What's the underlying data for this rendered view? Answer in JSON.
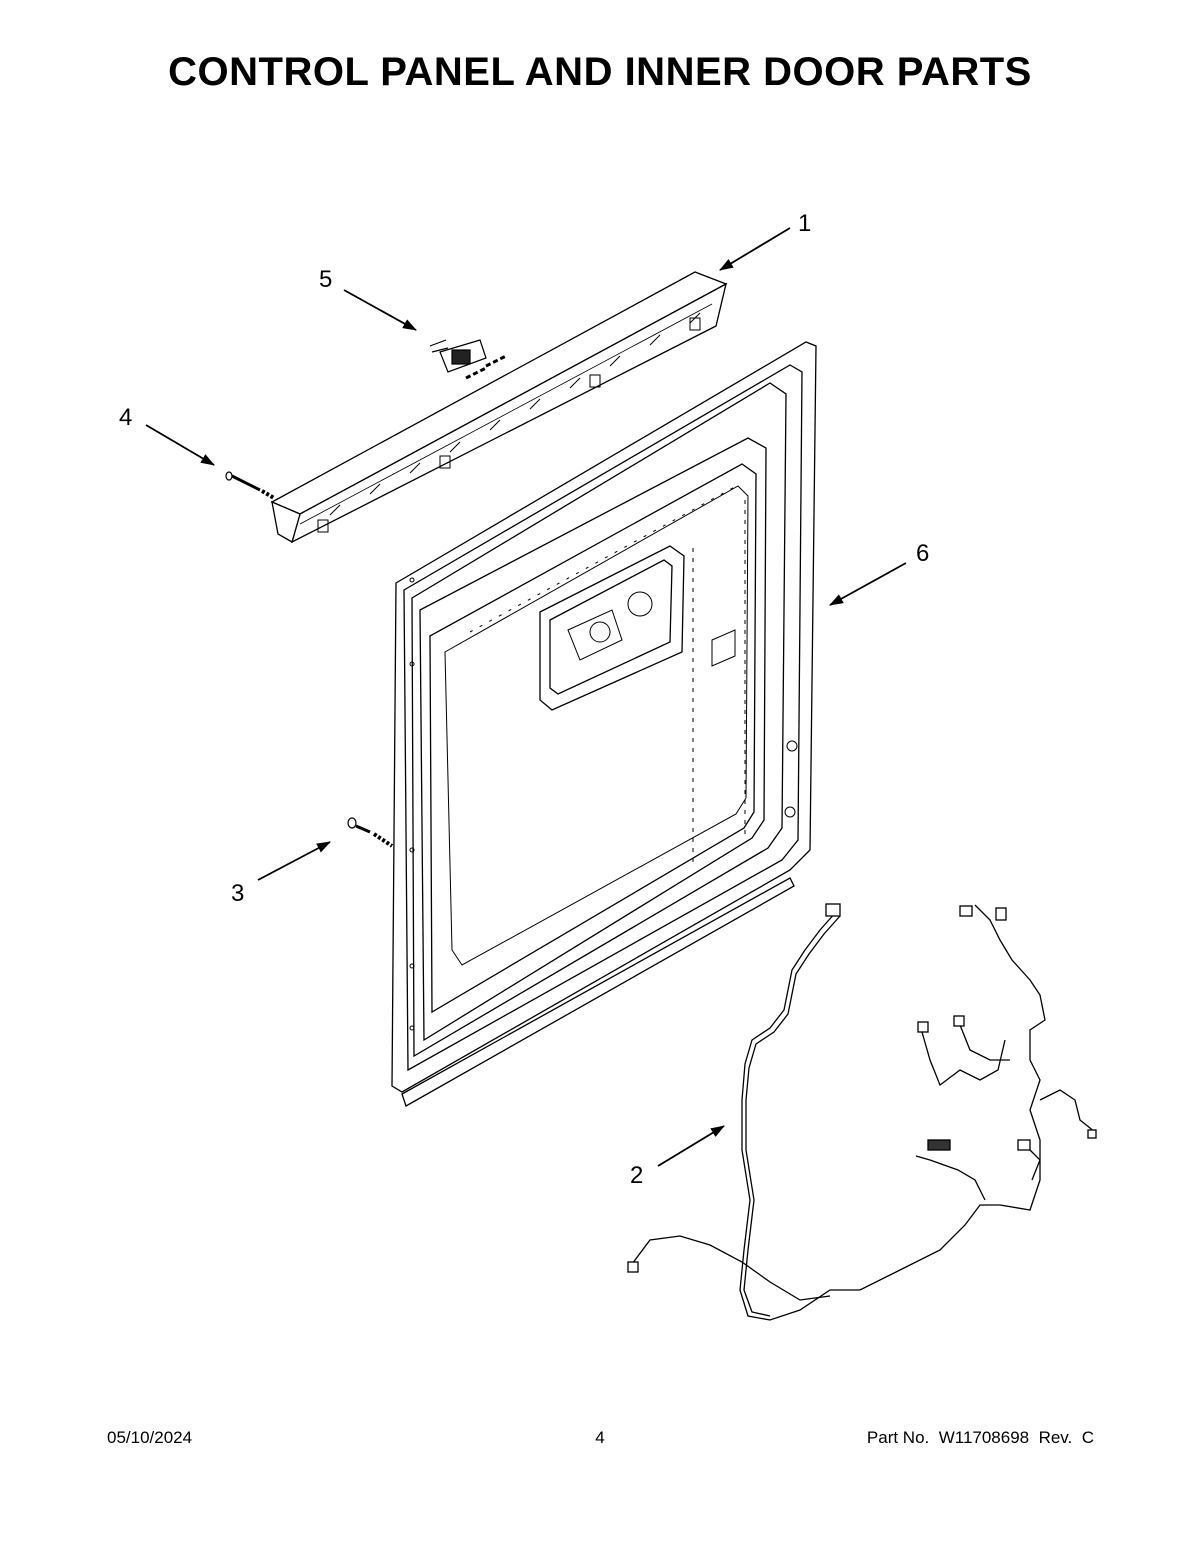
{
  "title": "CONTROL PANEL AND INNER DOOR PARTS",
  "callouts": [
    "1",
    "2",
    "3",
    "4",
    "5",
    "6"
  ],
  "footer": {
    "date": "05/10/2024",
    "page": "4",
    "part": "Part No.  W11708698  Rev.  C"
  }
}
